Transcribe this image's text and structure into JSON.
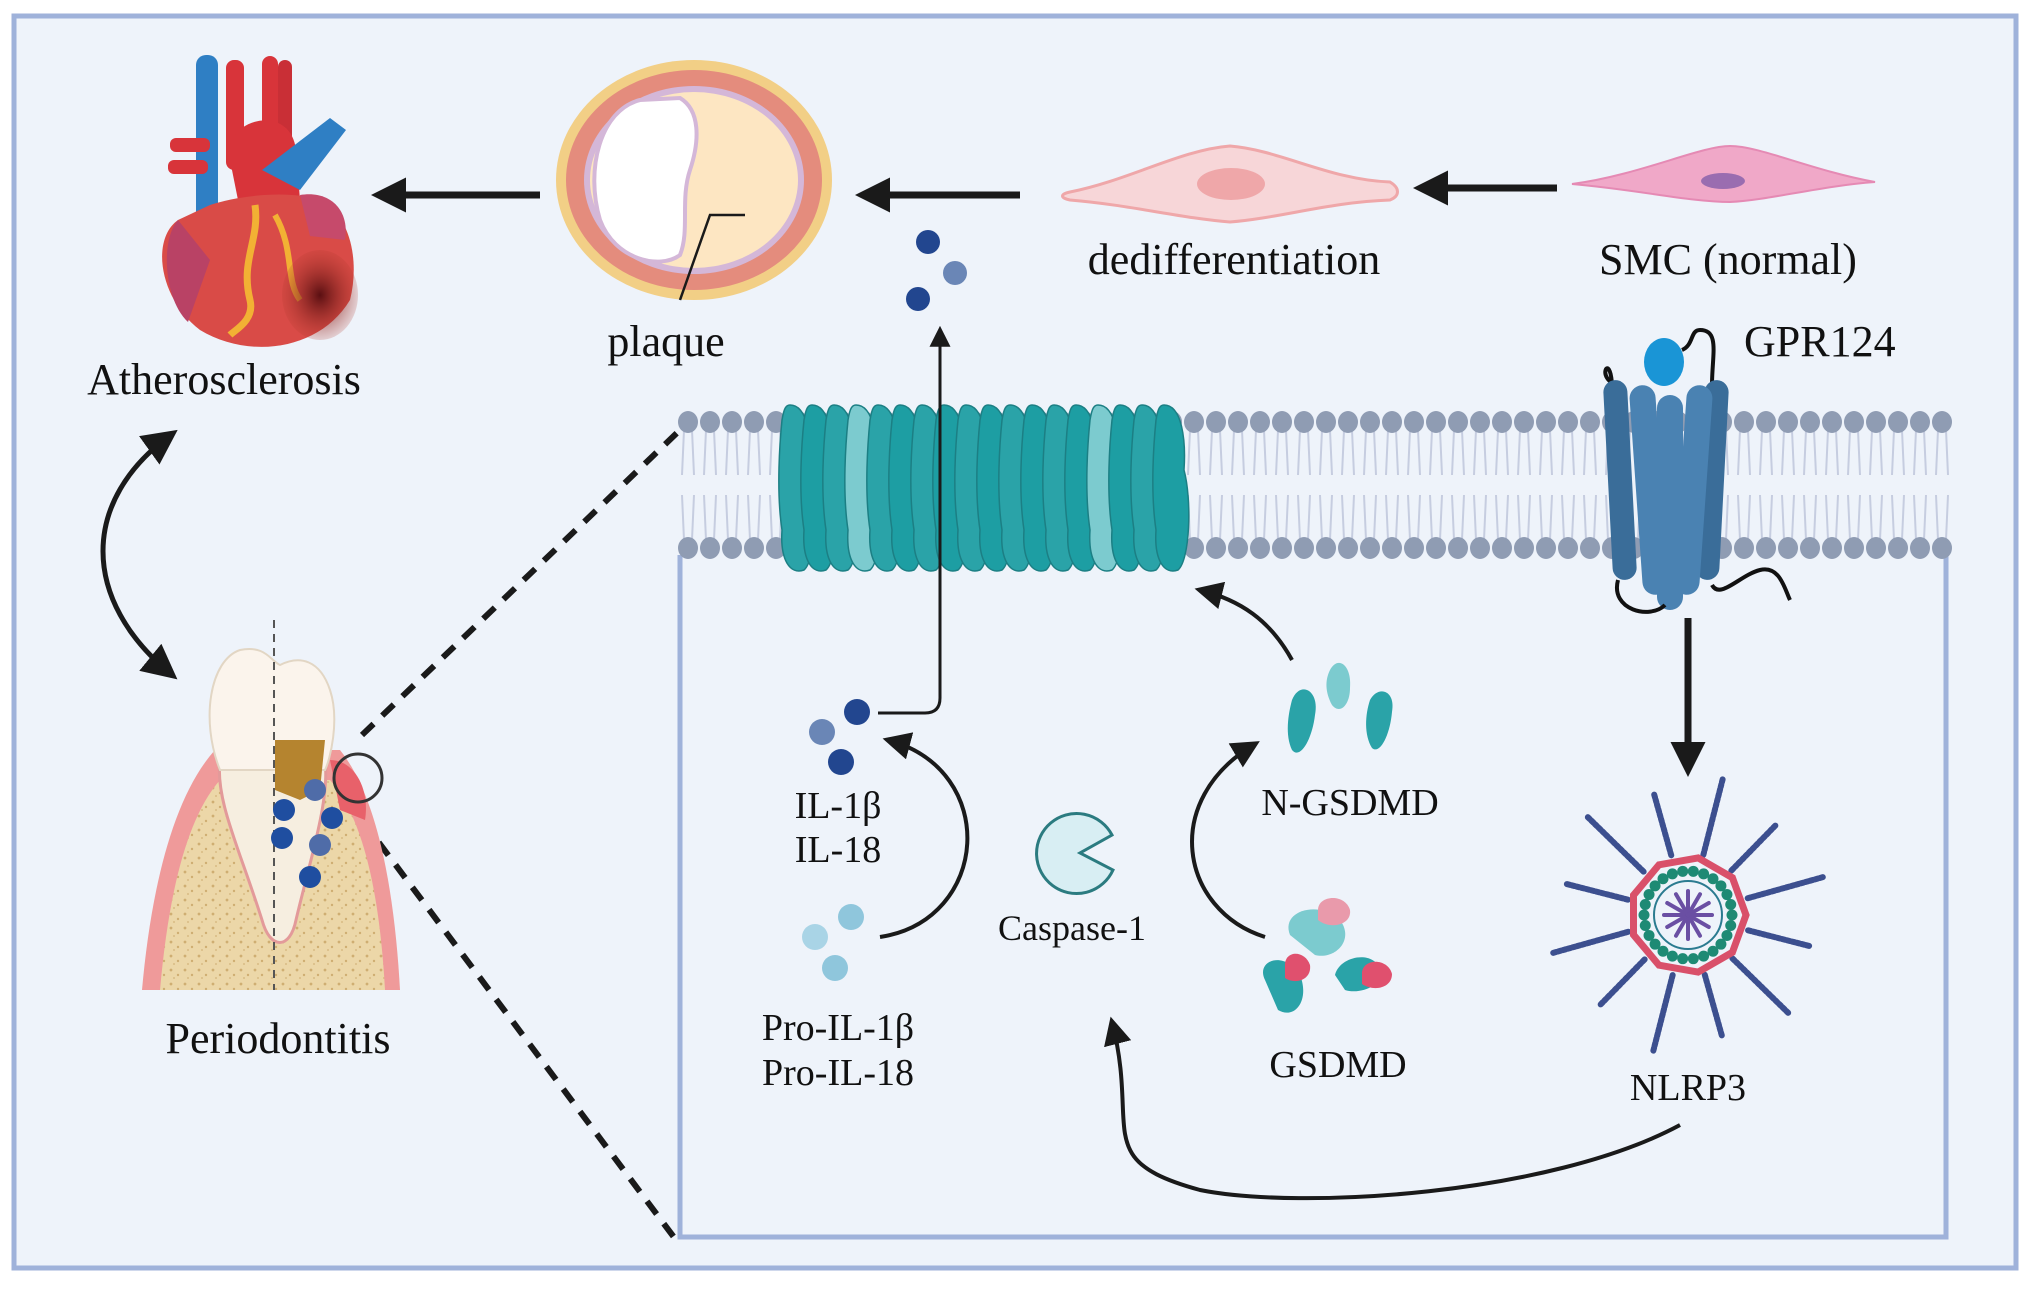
{
  "figure": {
    "colors": {
      "background": "#eef3fa",
      "frame": "#9fb2da",
      "arrow": "#1a1a1a",
      "membrane_head": "#8f9cb3",
      "membrane_tail": "#c6cde0",
      "pore_teal": "#2aa3a8",
      "pore_light": "#7ccbcf",
      "gpcr_blue": "#3f78a8",
      "ligand_blue": "#1a95d6",
      "cytokine_dark": "#22468f",
      "cytokine_mid": "#6a86b6",
      "pro_cytokine": "#8fc6dc",
      "caspase_fill": "#d8eef3",
      "caspase_stroke": "#2b7b80",
      "gsdmd_pink": "#e0506e",
      "gsdmd_lightpink": "#e99aab",
      "nlrp3_red": "#d9506a",
      "nlrp3_green": "#1e8a74",
      "nlrp3_purple": "#6a4fa3",
      "nlrp3_spoke": "#3c4f8f",
      "smc_pink": "#f0a8c8",
      "smc_nucleus": "#9a6db0",
      "dediff_pink": "#f7d6d8",
      "dediff_nucleus": "#efa7a9",
      "plaque_fill": "#fde6c2",
      "vessel_outer": "#f2cf86",
      "vessel_wall": "#e48c7d"
    },
    "labels": {
      "atherosclerosis": "Atherosclerosis",
      "plaque": "plaque",
      "dedifferentiation": "dedifferentiation",
      "smc_normal": "SMC (normal)",
      "gpr124": "GPR124",
      "periodontitis": "Periodontitis",
      "il1b": "IL-1β",
      "il18": "IL-18",
      "pro_il1b": "Pro-IL-1β",
      "pro_il18": "Pro-IL-18",
      "caspase1": "Caspase-1",
      "n_gsdmd": "N-GSDMD",
      "gsdmd": "GSDMD",
      "nlrp3": "NLRP3"
    },
    "icons": {
      "heart": "heart-icon",
      "artery": "artery-cross-section-icon",
      "smc": "smooth-muscle-cell-icon",
      "tooth": "periodontal-tooth-icon",
      "pore": "gasdermin-pore-icon",
      "gpcr": "gpcr-receptor-icon",
      "inflammasome": "inflammasome-icon"
    }
  }
}
